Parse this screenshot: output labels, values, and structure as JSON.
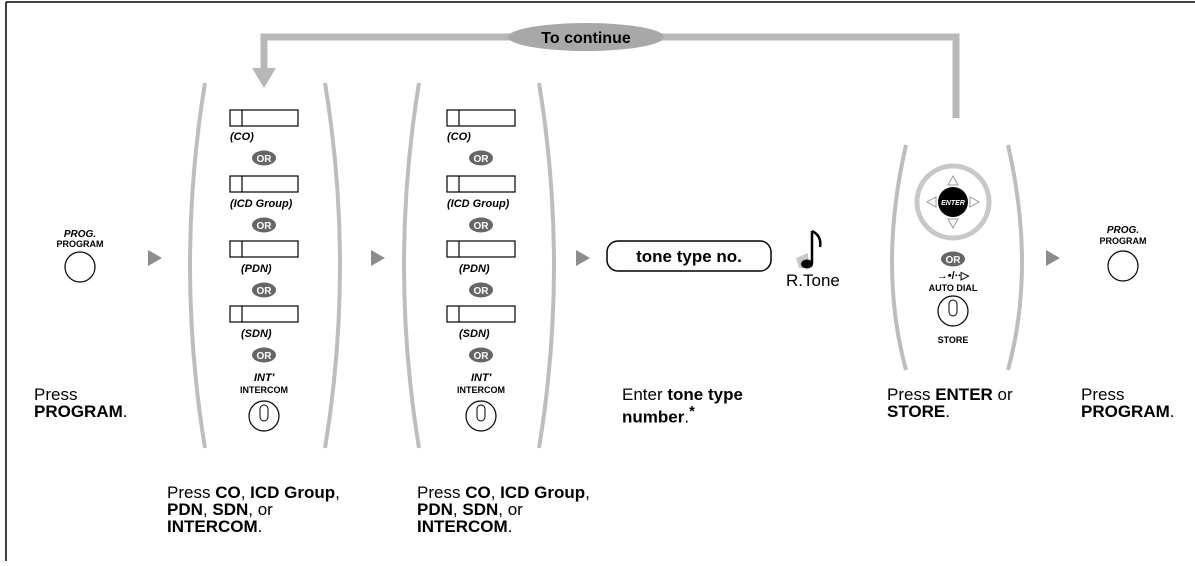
{
  "loop_label": "To continue",
  "step1": {
    "key_label_italic": "PROG.",
    "key_label": "PROGRAM",
    "caption_pre": "Press",
    "caption_bold": "PROGRAM",
    "caption_post": "."
  },
  "key_group": {
    "keys": [
      "(CO)",
      "(ICD Group)",
      "(PDN)",
      "(SDN)"
    ],
    "or_label": "OR",
    "intercom_italic": "INT'",
    "intercom_label": "INTERCOM",
    "caption": {
      "press": "Press ",
      "co": "CO",
      "sep1": ", ",
      "icd": "ICD Group",
      "sep2": ",",
      "pdn": "PDN",
      "sep3": ", ",
      "sdn": "SDN",
      "sep4": ", or",
      "intercom": "INTERCOM",
      "end": "."
    }
  },
  "step4": {
    "field_label": "tone type no.",
    "tone_label": "R.Tone",
    "caption_pre": "Enter ",
    "caption_bold1": "tone type",
    "caption_bold2": "number",
    "caption_post": ".",
    "footnote_mark": "*"
  },
  "step5": {
    "enter_label": "ENTER",
    "or_label": "OR",
    "auto_dial_label": "AUTO DIAL",
    "store_label": "STORE",
    "caption_pre": "Press ",
    "caption_bold1": "ENTER",
    "caption_mid": " or",
    "caption_bold2": "STORE",
    "caption_post": "."
  },
  "step6": {
    "key_label_italic": "PROG.",
    "key_label": "PROGRAM",
    "caption_pre": "Press",
    "caption_bold": "PROGRAM",
    "caption_post": "."
  }
}
